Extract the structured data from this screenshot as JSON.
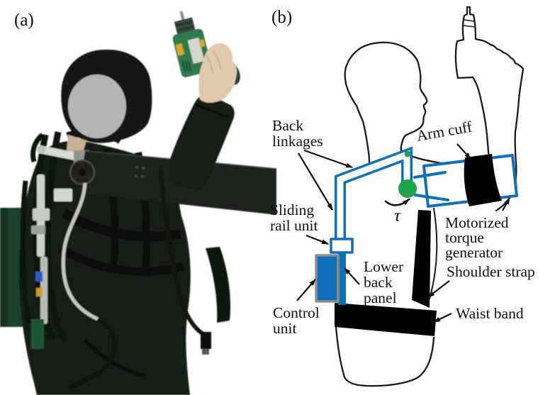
{
  "figure": {
    "panel_a": {
      "label": "(a)"
    },
    "panel_b": {
      "label": "(b)",
      "annotations": {
        "back_linkages": {
          "lines": [
            "Back",
            "linkages"
          ]
        },
        "arm_cuff": {
          "text": "Arm cuff"
        },
        "sliding_rail_unit": {
          "lines": [
            "Sliding",
            "rail unit"
          ]
        },
        "lower_back_panel": {
          "lines": [
            "Lower",
            "back",
            "panel"
          ]
        },
        "motorized_torque_generator": {
          "lines": [
            "Motorized",
            "torque",
            "generator"
          ]
        },
        "shoulder_strap": {
          "text": "Shoulder strap"
        },
        "waist_band": {
          "text": "Waist band"
        },
        "control_unit": {
          "lines": [
            "Control",
            "unit"
          ]
        },
        "torque_symbol": {
          "text": "τ"
        }
      },
      "colors": {
        "device_blue": "#0f70ba",
        "joint_green": "#1ea44a",
        "band_black": "#000000",
        "control_unit_border_gray": "#8d8d8d",
        "outline_black": "#1a1a1a"
      }
    },
    "photo_colors": {
      "face_blur_gray": "#b5b5b5",
      "clothing_dark": "#131b13",
      "drill_green": "#2e7a4d",
      "skin": "#e0c9ad"
    }
  }
}
